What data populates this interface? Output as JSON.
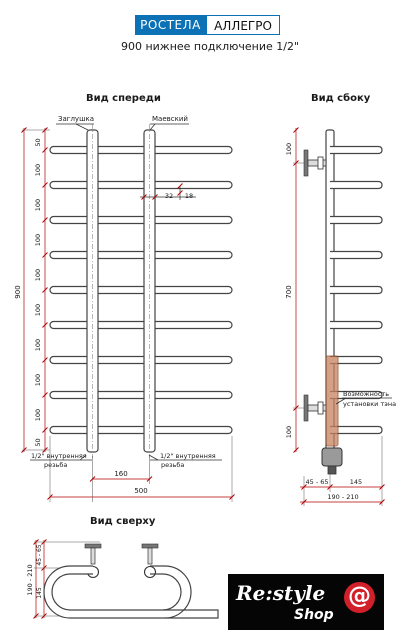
{
  "header": {
    "brand": "РОСТЕЛА",
    "model": "АЛЛЕГРО",
    "subtitle": "900 нижнее подключение 1/2\""
  },
  "views": {
    "front": "Вид спереди",
    "side": "Вид сбоку",
    "top": "Вид сверху"
  },
  "front": {
    "callout_left": "Заглушка",
    "callout_right": "Маевский",
    "rail_spacing": [
      "50",
      "100",
      "100",
      "100",
      "100",
      "100",
      "100",
      "100",
      "100",
      "50"
    ],
    "total_height": "900",
    "tube_offset": "32",
    "tube_diameter": "18",
    "thread_left": [
      "1/2\" внутренняя",
      "резьба"
    ],
    "thread_right": [
      "1/2\" внутренняя",
      "резьба"
    ],
    "axis_distance": "160",
    "total_width": "500"
  },
  "side": {
    "upper_mount": "100",
    "mount_span": "700",
    "lower_mount": "100",
    "heater_note": [
      "Возможность",
      "установки тэна"
    ],
    "wall_offset": "45 - 65",
    "depth": "145",
    "total_depth": "190 - 210"
  },
  "top": {
    "total": "190 - 210",
    "offset": "45 - 65",
    "depth": "145"
  },
  "logo": {
    "text": "Re:style",
    "shop": "Shop",
    "mark": "@"
  },
  "colors": {
    "accent": "#0d71b5",
    "dimension": "#b00000",
    "heater": "#c8825e",
    "logo_bg": "#050505"
  }
}
